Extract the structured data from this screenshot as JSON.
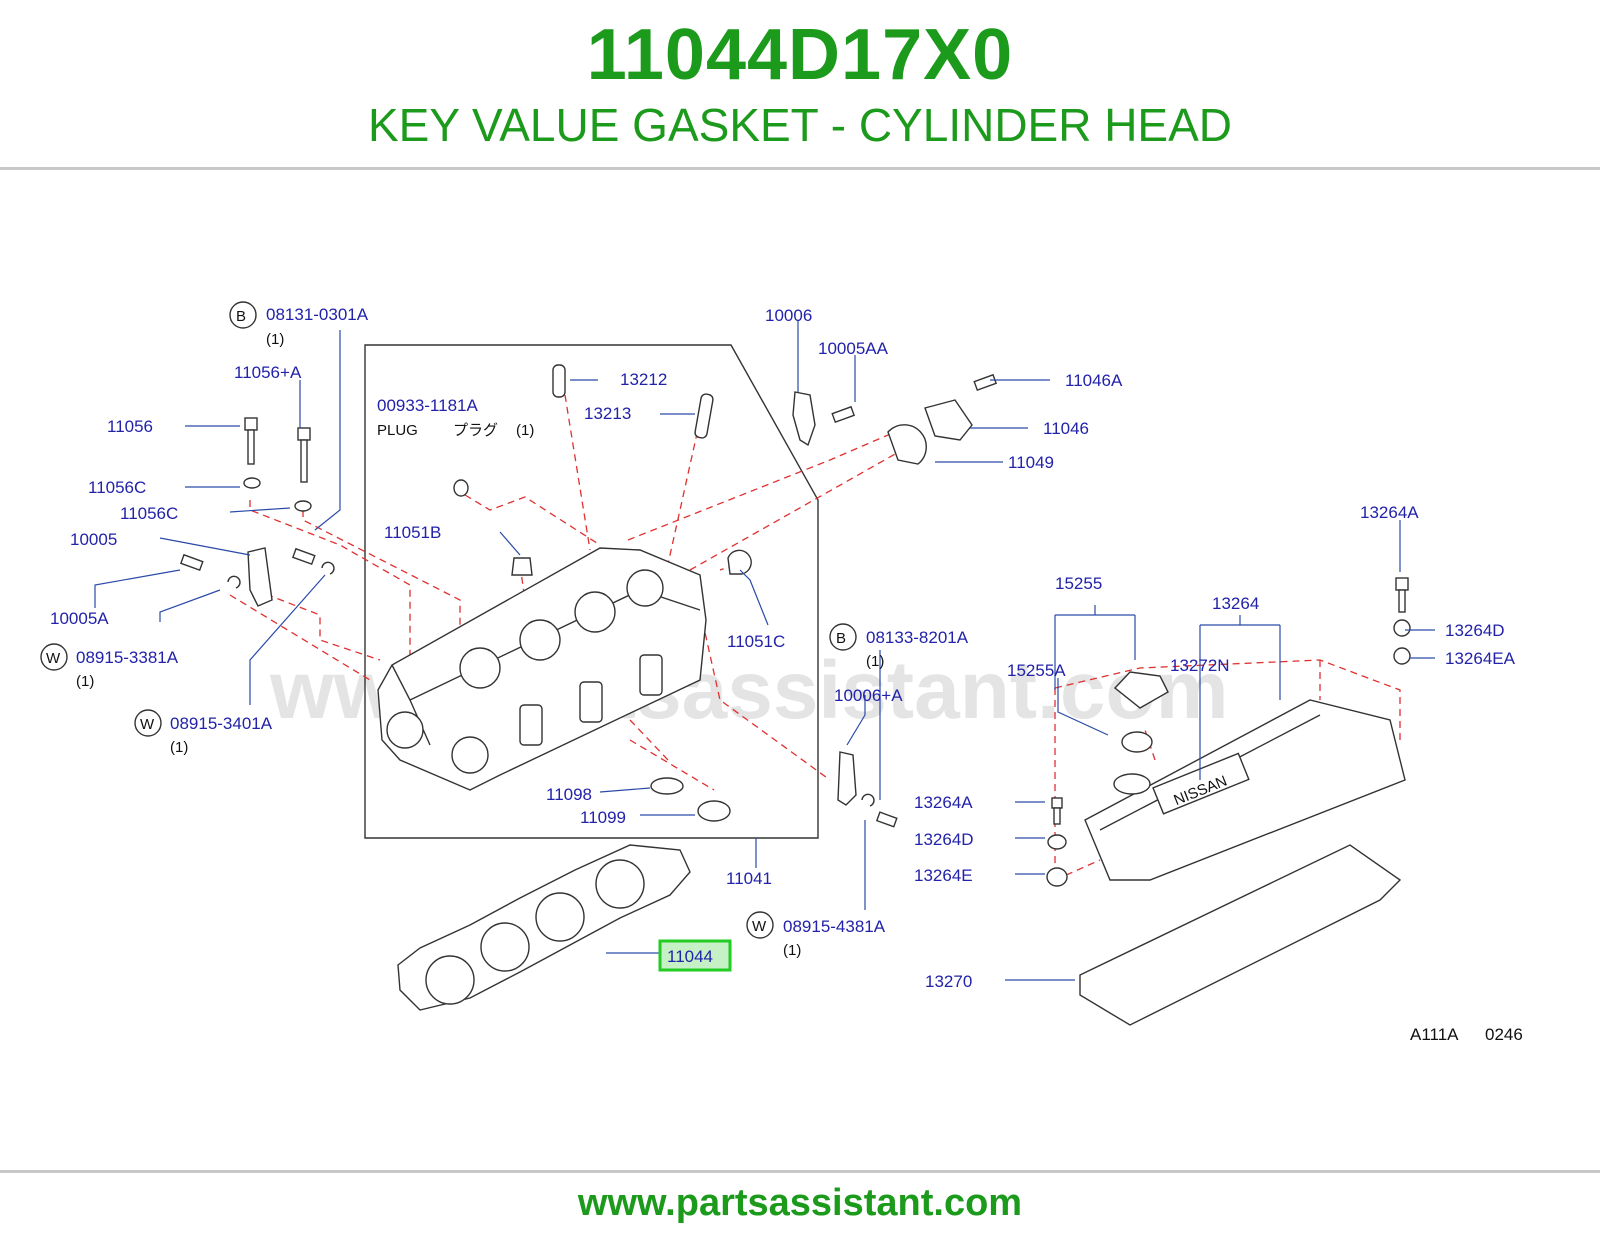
{
  "header": {
    "part_number": "11044D17X0",
    "description": "KEY VALUE GASKET - CYLINDER HEAD"
  },
  "footer": {
    "url": "www.partsassistant.com"
  },
  "watermark": "www.partsassistant.com",
  "colors": {
    "header_green": "#1c9a1c",
    "callout_blue": "#2222aa",
    "highlight_green": "#22cc22",
    "dash_red": "#e03030"
  },
  "callouts": {
    "c08131": "08131-0301A",
    "c08131_qty": "(1)",
    "c08131_marker": "B",
    "c11056a": "11056+A",
    "c11056": "11056",
    "c11056c_1": "11056C",
    "c11056c_2": "11056C",
    "c10005": "10005",
    "c10005a": "10005A",
    "c08915_3381": "08915-3381A",
    "c08915_3381_qty": "(1)",
    "c08915_3381_marker": "W",
    "c08915_3401": "08915-3401A",
    "c08915_3401_qty": "(1)",
    "c08915_3401_marker": "W",
    "c00933": "00933-1181A",
    "plug_en": "PLUG",
    "plug_jp": "プラグ",
    "plug_qty": "(1)",
    "c13212": "13212",
    "c13213": "13213",
    "c11051b": "11051B",
    "c10006": "10006",
    "c10005aa": "10005AA",
    "c11046a": "11046A",
    "c11046": "11046",
    "c11049": "11049",
    "c11051c": "11051C",
    "c08133": "08133-8201A",
    "c08133_qty": "(1)",
    "c08133_marker": "B",
    "c10006a": "10006+A",
    "c11098": "11098",
    "c11099": "11099",
    "c11041": "11041",
    "c08915_4381": "08915-4381A",
    "c08915_4381_qty": "(1)",
    "c08915_4381_marker": "W",
    "c11044": "11044",
    "c13264a_top": "13264A",
    "c15255": "15255",
    "c13264": "13264",
    "c15255a": "15255A",
    "c13272n": "13272N",
    "c13264d_r": "13264D",
    "c13264ea": "13264EA",
    "c13264a_l": "13264A",
    "c13264d_l": "13264D",
    "c13264e": "13264E",
    "c13270": "13270",
    "ref_code": "A111A",
    "ref_num": "0246",
    "cover_text": "NISSAN"
  }
}
